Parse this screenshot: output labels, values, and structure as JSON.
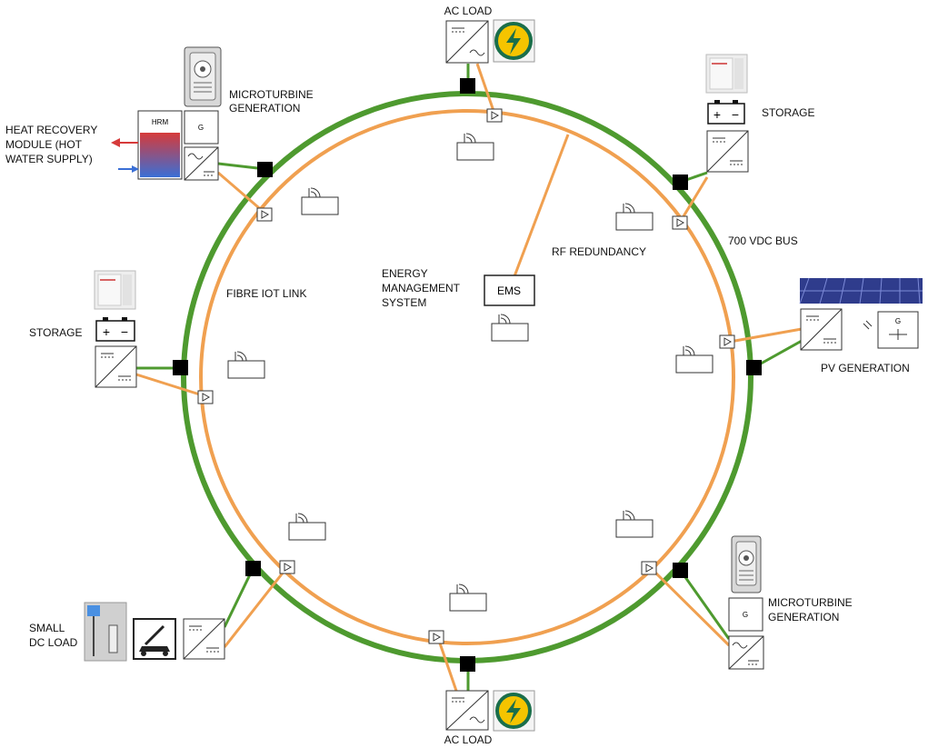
{
  "labels": {
    "ac_load_top": "AC LOAD",
    "ac_load_bottom": "AC LOAD",
    "microturbine_top_line1": "MICROTURBINE",
    "microturbine_top_line2": "GENERATION",
    "heat_recovery_line1": "HEAT RECOVERY",
    "heat_recovery_line2": "MODULE (HOT",
    "heat_recovery_line3": "WATER SUPPLY)",
    "storage_top": "STORAGE",
    "storage_left": "STORAGE",
    "rf_redundancy": "RF REDUNDANCY",
    "dc_bus": "700 VDC BUS",
    "fibre_link": "FIBRE IOT LINK",
    "ems_line1": "ENERGY",
    "ems_line2": "MANAGEMENT",
    "ems_line3": "SYSTEM",
    "pv_generation": "PV GENERATION",
    "small_dc_line1": "SMALL",
    "small_dc_line2": "DC LOAD",
    "microturbine_bottom_line1": "MICROTURBINE",
    "microturbine_bottom_line2": "GENERATION"
  },
  "box_text": {
    "ems": "EMS",
    "hrm": "HRM",
    "generator": "G",
    "plus": "+",
    "minus": "−"
  },
  "colors": {
    "dc_bus": "#4e9a2f",
    "fibre": "#f0a050",
    "node": "#000000",
    "hrm_hot": "#d63a3a",
    "hrm_cold": "#3a6fd6",
    "solar_panel": "#2f3c8c",
    "ac_symbol_ring": "#1a6e4a",
    "ac_symbol_bolt": "#f5c400"
  }
}
